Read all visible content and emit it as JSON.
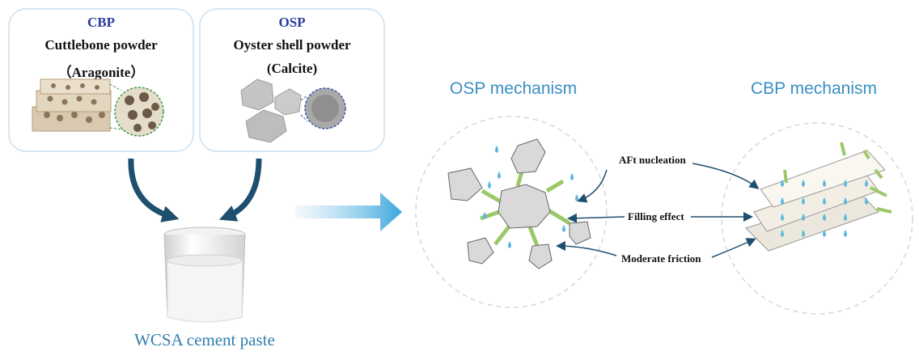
{
  "materials": [
    {
      "abbr": "CBP",
      "name": "Cuttlebone powder",
      "mineral": "（Aragonite）"
    },
    {
      "abbr": "OSP",
      "name": "Oyster shell powder",
      "mineral": "(Calcite)"
    }
  ],
  "product": {
    "label": "WCSA cement paste"
  },
  "mechanisms": {
    "osp_title": "OSP mechanism",
    "cbp_title": "CBP mechanism",
    "labels": [
      "AFt nucleation",
      "Filling effect",
      "Moderate friction"
    ]
  },
  "colors": {
    "accent_blue": "#3a8fc3",
    "dark_arrow": "#1f4f6e",
    "card_border": "#d7e6f2",
    "abbr_text": "#2a3c9c",
    "water_drop": "#5fb8e0",
    "fiber_green": "#9cc86a",
    "particle_gray": "#d9d9d9"
  }
}
